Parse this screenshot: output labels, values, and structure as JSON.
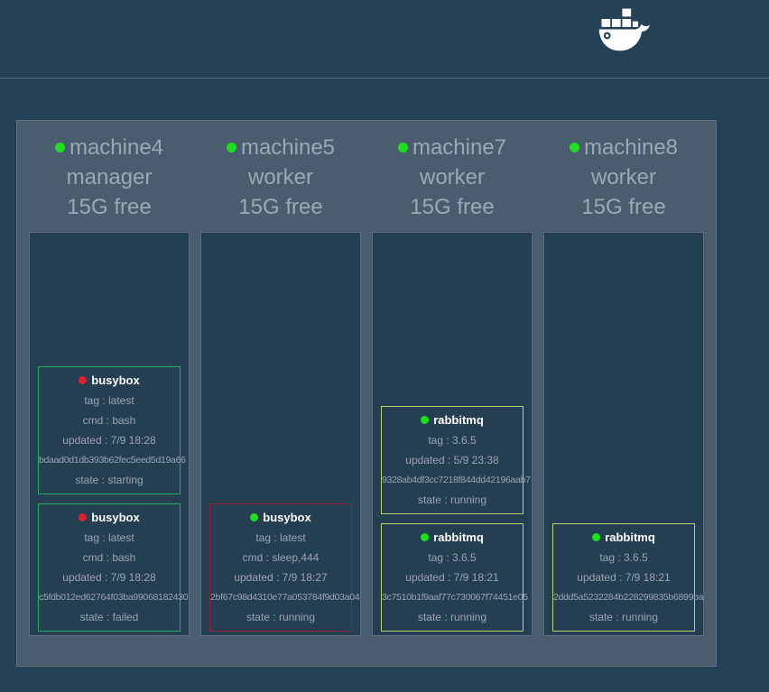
{
  "header": {
    "logo_icon": "docker-whale-icon"
  },
  "colors": {
    "page_bg": "#254156",
    "panel_bg": "#4A5D6F",
    "task_box_bg": "#243E52",
    "node_text": "#9BA9B6",
    "card_text": "#9BA6B2",
    "node_status_green": "#1BE11B",
    "container_status_green": "#1BE11B",
    "container_status_red": "#E8202C",
    "card_border_green": "#27AE60",
    "card_border_crimson": "#93203A",
    "card_border_yellowgreen": "#B8D171"
  },
  "nodes": [
    {
      "name": "machine4",
      "role": "manager",
      "free": "15G free",
      "dot_color": "#1BE11B",
      "containers": [
        {
          "name": "busybox",
          "dot_color": "#E8202C",
          "border_color": "#27AE60",
          "lines": [
            "tag : latest",
            "cmd : bash",
            "updated : 7/9 18:28",
            "bdaad0d1db393b62fec5eed5d19a66",
            "state : starting"
          ]
        },
        {
          "name": "busybox",
          "dot_color": "#E8202C",
          "border_color": "#27AE60",
          "lines": [
            "tag : latest",
            "cmd : bash",
            "updated : 7/9 18:28",
            "c5fdb012ed62764f03ba99068182430",
            "state : failed"
          ]
        }
      ]
    },
    {
      "name": "machine5",
      "role": "worker",
      "free": "15G free",
      "dot_color": "#1BE11B",
      "containers": [
        {
          "name": "busybox",
          "dot_color": "#1BE11B",
          "border_color": "#93203A",
          "lines": [
            "tag : latest",
            "cmd : sleep,444",
            "updated : 7/9 18:27",
            "2bf67c98d4310e77a053784f9d03a04",
            "state : running"
          ]
        }
      ]
    },
    {
      "name": "machine7",
      "role": "worker",
      "free": "15G free",
      "dot_color": "#1BE11B",
      "containers": [
        {
          "name": "rabbitmq",
          "dot_color": "#1BE11B",
          "border_color": "#B8D171",
          "lines": [
            "tag : 3.6.5",
            "updated : 5/9 23:38",
            "9328ab4df3cc7218f844dd42196aab7",
            "state : running"
          ]
        },
        {
          "name": "rabbitmq",
          "dot_color": "#1BE11B",
          "border_color": "#B8D171",
          "lines": [
            "tag : 3.6.5",
            "updated : 7/9 18:21",
            "3c7510b1f9aaf77c730067f74451e05",
            "state : running"
          ]
        }
      ]
    },
    {
      "name": "machine8",
      "role": "worker",
      "free": "15G free",
      "dot_color": "#1BE11B",
      "containers": [
        {
          "name": "rabbitmq",
          "dot_color": "#1BE11B",
          "border_color": "#B8D171",
          "lines": [
            "tag : 3.6.5",
            "updated : 7/9 18:21",
            "2ddd5a5232284b228299835b6899ba",
            "state : running"
          ]
        }
      ]
    }
  ]
}
